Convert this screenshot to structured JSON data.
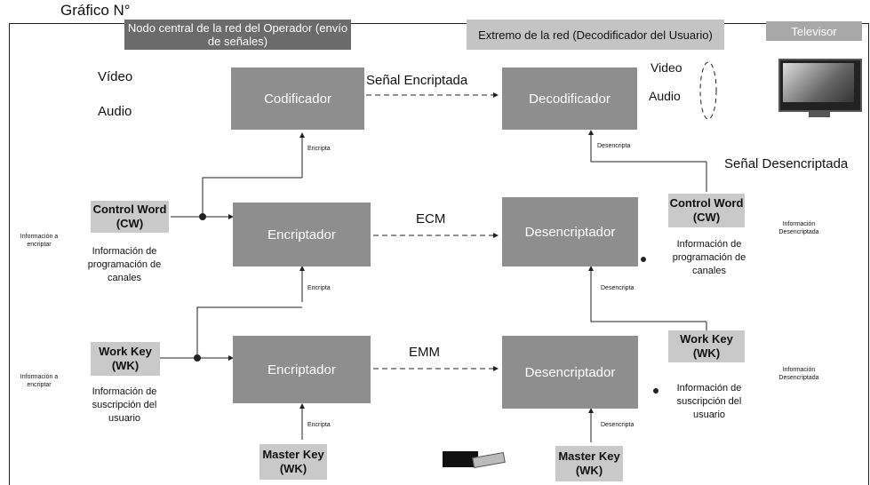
{
  "title_partial": "Gráfico N°",
  "title_tail": "...agr... ...p...",
  "headers": {
    "operator": "Nodo central de la red del Operador (envío de señales)",
    "user_end": "Extremo de la red (Decodificador del Usuario)",
    "tv": "Televisor"
  },
  "boxes": {
    "codificador": "Codificador",
    "decodificador": "Decodificador",
    "encriptador_1": "Encriptador",
    "desencriptador_1": "Desencriptador",
    "encriptador_2": "Encriptador",
    "desencriptador_2": "Desencriptador"
  },
  "keys": {
    "cw_left": "Control Word (CW)",
    "cw_right": "Control Word (CW)",
    "wk_left": "Work Key (WK)",
    "wk_right": "Work Key (WK)",
    "mk_left": "Master Key (WK)",
    "mk_right": "Master Key (WK)"
  },
  "labels": {
    "video_left": "Vídeo",
    "audio_left": "Audio",
    "senal_encriptada": "Señal Encriptada",
    "video_right": "Video",
    "audio_right": "Audio",
    "senal_desencriptada": "Señal Desencriptada",
    "ecm": "ECM",
    "emm": "EMM",
    "encripta_1": "Encripta",
    "encripta_2": "Encripta",
    "encripta_3": "Encripta",
    "desencripta_1": "Desencripta",
    "desencripta_2": "Desencripta",
    "desencripta_3": "Desencripta",
    "info_encriptar_1": "Información a encriptar",
    "info_encriptar_2": "Información a encriptar",
    "info_desencriptada_1": "Información Desencriptada",
    "info_desencriptada_2": "Información Desencriptada",
    "prog_left": "Información de programación de canales",
    "prog_right": "Información de programación de canales",
    "suscr_left": "Información de suscripción del usuario",
    "suscr_right": "Información de suscripción del usuario"
  },
  "colors": {
    "box_fill": "#8e8e8e",
    "key_fill": "#c9c9c9",
    "operator_header": "#6b6b6b",
    "user_header": "#c4c4c4",
    "tv_header": "#a8a8a8"
  }
}
